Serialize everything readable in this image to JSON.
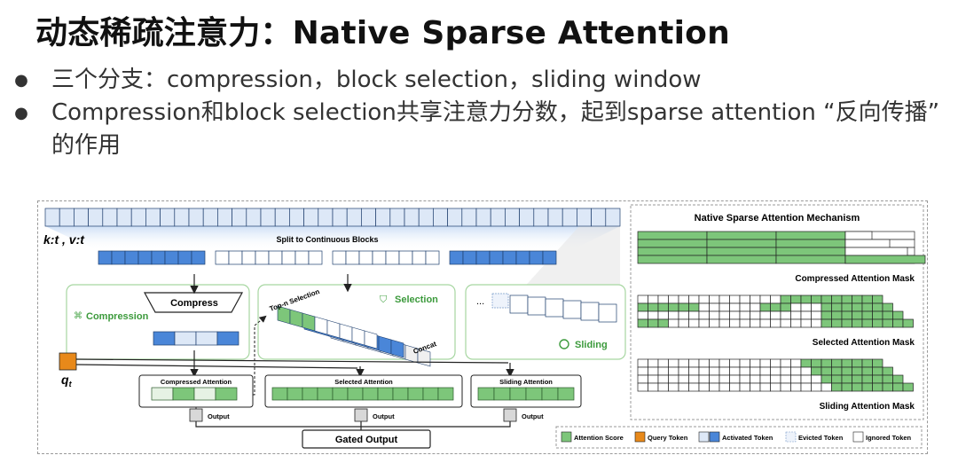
{
  "slide": {
    "title": "动态稀疏注意力：Native Sparse Attention",
    "bullets": [
      "三个分支：compression，block selection，sliding window",
      "Compression和block selection共享注意力分数，起到sparse attention “反向传播” 的作用"
    ]
  },
  "diagram": {
    "kv_label": "k:t , v:t",
    "split_label": "Split to Continuous Blocks",
    "compress_label": "Compress",
    "compression_branch": "Compression",
    "topn_label": "Top-n Selection",
    "selection_branch": "Selection",
    "concat_label": "Concat",
    "ellipsis": "...",
    "sliding_branch": "Sliding",
    "query_label": "q",
    "query_subscript": "t",
    "compressed_attention": "Compressed Attention",
    "selected_attention": "Selected Attention",
    "sliding_attention": "Sliding Attention",
    "output_label": "Output",
    "gated_output": "Gated Output",
    "mechanism_title": "Native Sparse Attention Mechanism",
    "compressed_mask_label": "Compressed Attention Mask",
    "selected_mask_label": "Selected Attention Mask",
    "sliding_mask_label": "Sliding Attention Mask",
    "legend": {
      "attention_score": "Attention Score",
      "query_token": "Query Token",
      "activated_token": "Activated Token",
      "evicted_token": "Evicted Token",
      "ignored_token": "Ignored Token"
    }
  },
  "colors": {
    "green": "#7dc67a",
    "blue": "#4a86d8",
    "light_blue": "#dde8f7",
    "orange": "#e8891a",
    "branch_border": "#a6d6a0"
  }
}
